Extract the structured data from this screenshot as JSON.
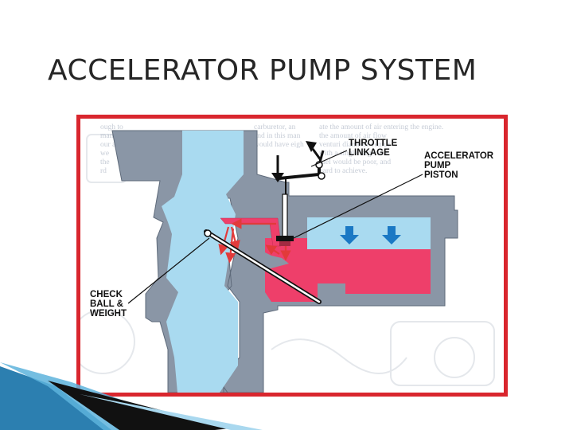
{
  "slide": {
    "title": "ACCELERATOR PUMP SYSTEM"
  },
  "diagram": {
    "labels": {
      "throttle_linkage": "THROTTLE\nLINKAGE",
      "accelerator_pump_piston": "ACCELERATOR\nPUMP\nPISTON",
      "check_ball_weight": "CHECK\nBALL &\nWEIGHT"
    },
    "background_text": {
      "col1": "ough to\nmany pr\nour an\nwe\nthe\nrd",
      "col2": "carburetor, an\nand in this man\nwould have eigh",
      "col3": "ate the amount of air entering the engine.\nthe amount of air flow\nventuri diameter ventur\nwith a single large ven\nfuel would be poor, and\nhard to achieve."
    },
    "colors": {
      "frame_border": "#d9262e",
      "body_gray": "#8a96a6",
      "air_blue": "#a9daf0",
      "fuel_red": "#ee3f6a",
      "arrow_blue": "#1a78c4",
      "arrow_red": "#e23a3a"
    },
    "icons": [
      "throttle-arrow-icon",
      "down-arrow-icon",
      "fuel-flow-arrow-icon"
    ]
  }
}
